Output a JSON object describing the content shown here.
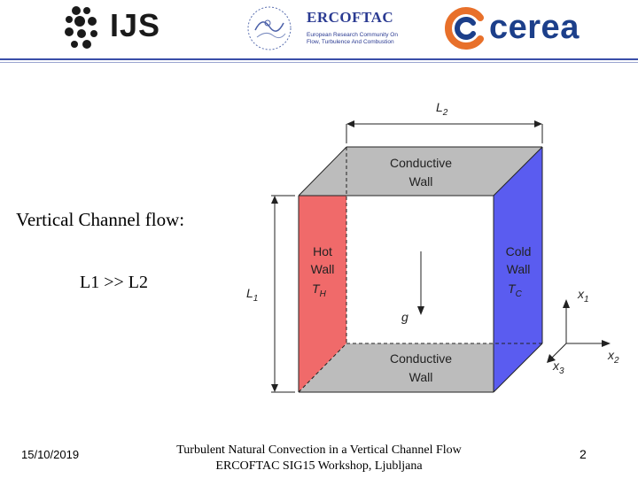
{
  "header": {
    "ijs_logo_text": "IJS",
    "ercoftac_title": "ERCOFTAC",
    "ercoftac_subtitle": "European Research Community On Flow, Turbulence And Combustion",
    "cerea_logo_text": "cerea"
  },
  "slide": {
    "line1": "Vertical Channel flow:",
    "line2": "L1 >> L2"
  },
  "diagram": {
    "top_wall": [
      "Conductive",
      "Wall"
    ],
    "bottom_wall": [
      "Conductive",
      "Wall"
    ],
    "hot_wall": [
      "Hot",
      "Wall",
      "T",
      "H"
    ],
    "cold_wall": [
      "Cold",
      "Wall",
      "T",
      "C"
    ],
    "length_l2": [
      "L",
      "2"
    ],
    "length_l1": [
      "L",
      "1"
    ],
    "gravity": "g",
    "axis_x1": [
      "x",
      "1"
    ],
    "axis_x2": [
      "x",
      "2"
    ],
    "axis_x3": [
      "x",
      "3"
    ],
    "colors": {
      "hot": "#f06a6a",
      "cold": "#5a5cf0",
      "wall": "#bcbcbc"
    }
  },
  "footer": {
    "date": "15/10/2019",
    "title_line1": "Turbulent Natural Convection in a Vertical Channel Flow",
    "title_line2": "ERCOFTAC SIG15 Workshop, Ljubljana",
    "page": "2"
  }
}
